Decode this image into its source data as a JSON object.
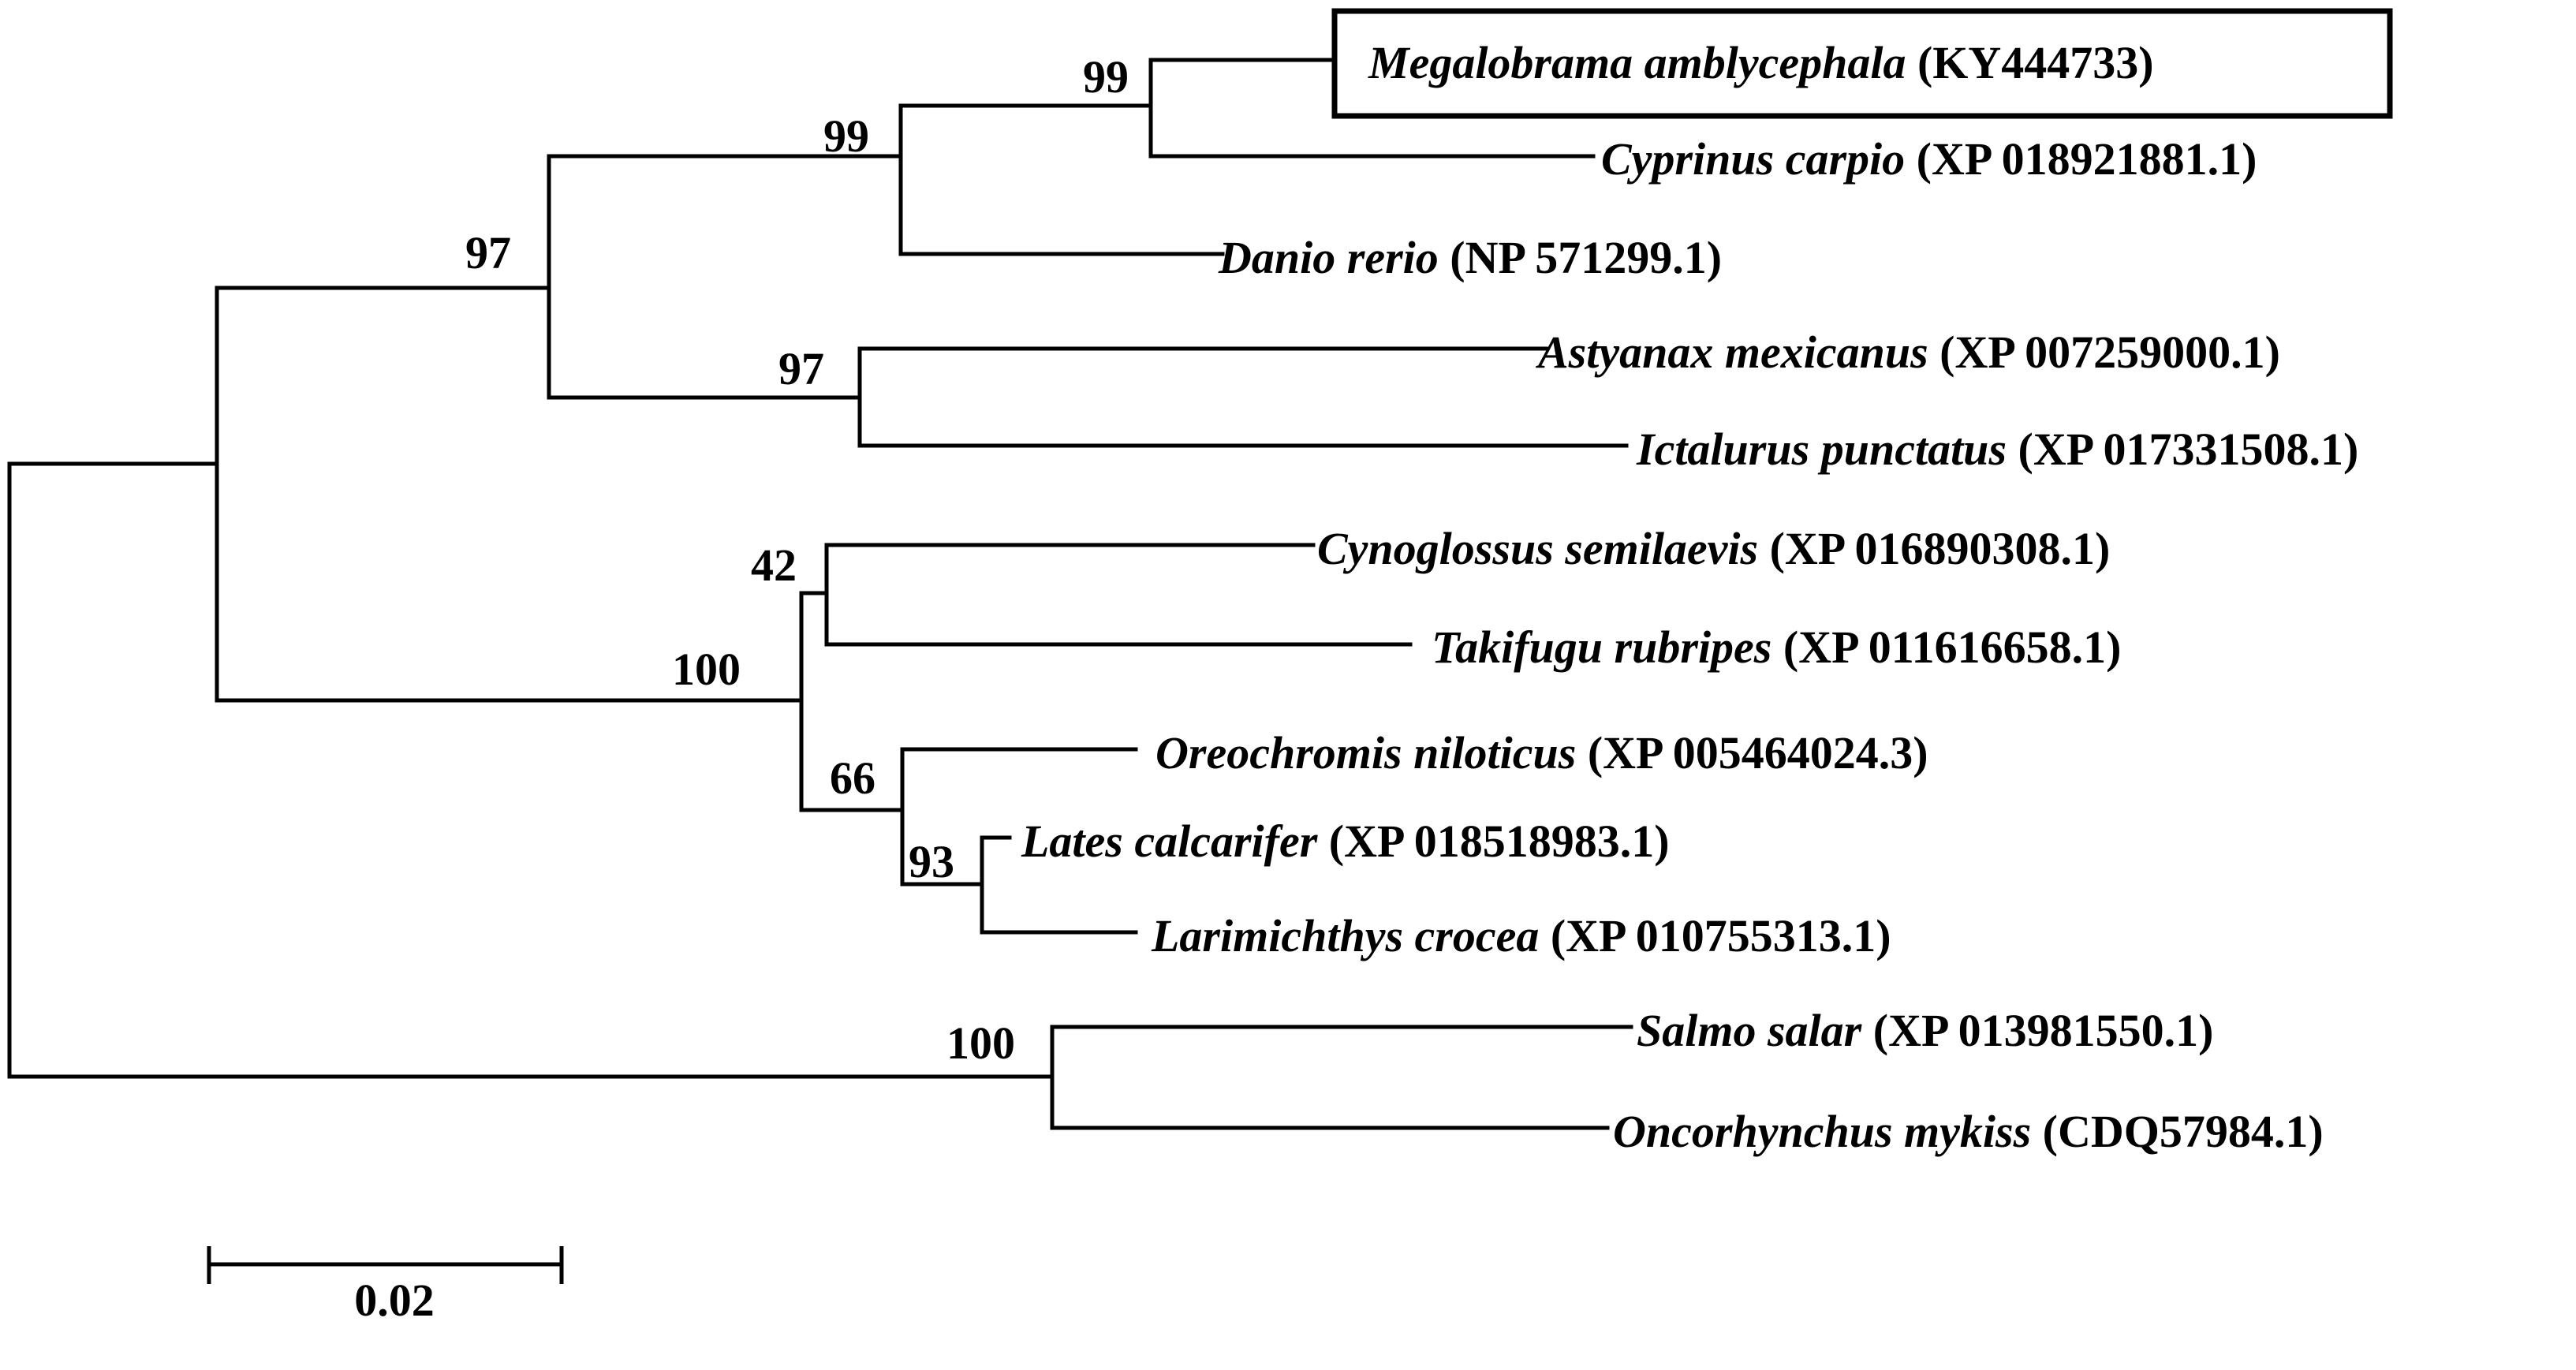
{
  "taxa": [
    {
      "species": "Megalobrama amblycephala",
      "accession": "(KY444733)",
      "highlighted": true
    },
    {
      "species": "Cyprinus carpio",
      "accession": "(XP 018921881.1)"
    },
    {
      "species": "Danio rerio",
      "accession": "(NP 571299.1)"
    },
    {
      "species": "Astyanax mexicanus",
      "accession": "(XP 007259000.1)"
    },
    {
      "species": "Ictalurus punctatus",
      "accession": "(XP 017331508.1)"
    },
    {
      "species": "Cynoglossus semilaevis",
      "accession": "(XP 016890308.1)"
    },
    {
      "species": "Takifugu rubripes",
      "accession": "(XP 011616658.1)"
    },
    {
      "species": "Oreochromis niloticus",
      "accession": "(XP 005464024.3)"
    },
    {
      "species": "Lates calcarifer",
      "accession": "(XP 018518983.1)"
    },
    {
      "species": "Larimichthys crocea",
      "accession": "(XP 010755313.1)"
    },
    {
      "species": "Salmo salar",
      "accession": "(XP 013981550.1)"
    },
    {
      "species": "Oncorhynchus mykiss",
      "accession": "(CDQ57984.1)"
    }
  ],
  "bootstrap": {
    "megalobrama_cyprinus": "99",
    "cyprinids_danio": "99",
    "otophysi": "97",
    "astyanax_ictalurus": "97",
    "cynoglossus_takifugu": "42",
    "percomorphs": "100",
    "oreochromis_group": "66",
    "lates_larimichthys": "93",
    "salmonids": "100"
  },
  "scale_bar": {
    "value": 0.02,
    "label": "0.02"
  }
}
